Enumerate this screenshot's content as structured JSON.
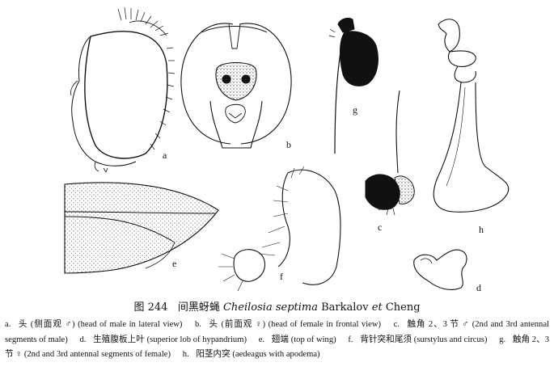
{
  "figure": {
    "number_label": "图 244",
    "title_cn": "间黑蚜蝇",
    "species_latin": "Cheilosia septima",
    "authority": "Barkalov",
    "authority_et": "et",
    "authority_2": "Cheng"
  },
  "panel_labels": [
    "a",
    "b",
    "c",
    "d",
    "e",
    "f",
    "g",
    "h"
  ],
  "caption_items": [
    {
      "letter": "a.",
      "text": "头 (侧面观 ♂) (head of male in lateral view)"
    },
    {
      "letter": "b.",
      "text": "头 (前面观 ♀) (head of female in frontal view)"
    },
    {
      "letter": "c.",
      "text": "触角 2、3 节 ♂ (2nd and 3rd antennal segments of male)"
    },
    {
      "letter": "d.",
      "text": "生殖腹板上叶 (superior lob of hypandrium)"
    },
    {
      "letter": "e.",
      "text": "翅端 (top of wing)"
    },
    {
      "letter": "f.",
      "text": "背针突和尾须 (surstylus and circus)"
    },
    {
      "letter": "g.",
      "text": "触角 2、3 节 ♀ (2nd and 3rd antennal segments of female)"
    },
    {
      "letter": "h.",
      "text": "阳茎内突 (aedeagus with apodema)"
    }
  ]
}
